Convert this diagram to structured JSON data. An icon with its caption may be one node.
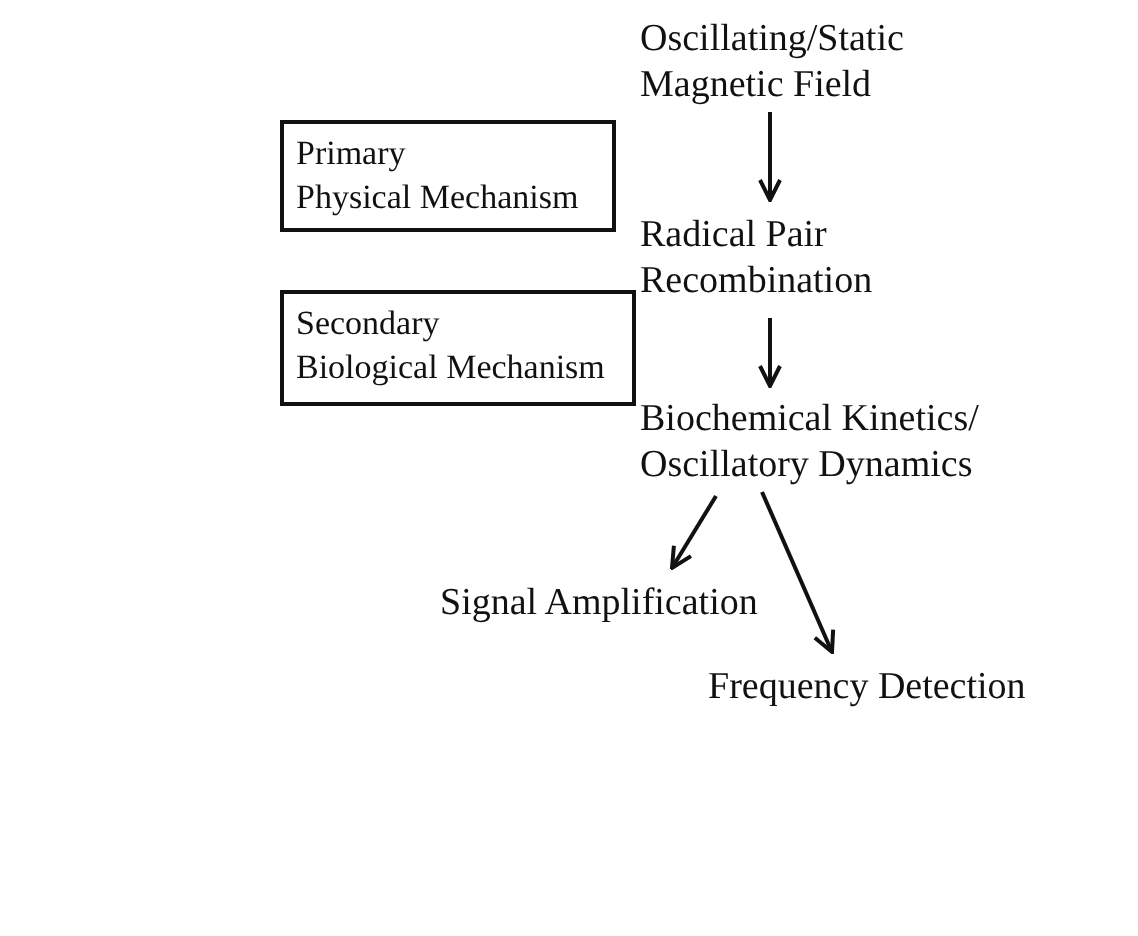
{
  "diagram": {
    "nodes": [
      {
        "text": [
          "Primary",
          "Physical Mechanism"
        ]
      },
      {
        "text": [
          "Secondary",
          "Biological Mechanism"
        ]
      },
      {
        "text": [
          "Oscillating/Static Magnetic Field"
        ]
      },
      {
        "text": [
          "Radical Pair Recombination"
        ]
      },
      {
        "text": [
          "Biochemical Kinetics/ Oscillatory Dynamics"
        ]
      },
      {
        "text": [
          "Signal Amplification"
        ]
      },
      {
        "text": [
          "Frequency Detection"
        ]
      }
    ],
    "edges": [
      {
        "from": 2,
        "to": 3,
        "arrow": "to"
      },
      {
        "from": 3,
        "to": 4,
        "arrow": "to"
      },
      {
        "from": 4,
        "to": 5,
        "arrow": "to"
      },
      {
        "from": 4,
        "to": 6,
        "arrow": "to"
      }
    ]
  }
}
